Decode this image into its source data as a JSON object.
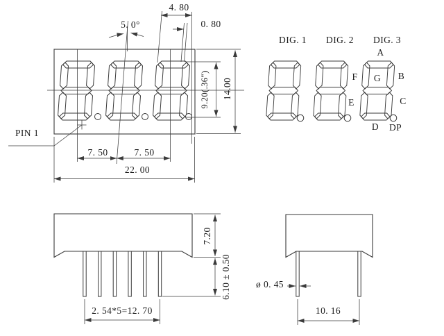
{
  "colors": {
    "line": "#3a3a3a",
    "text": "#1c1c1c",
    "bg": "#ffffff"
  },
  "front_view": {
    "angle": "5. 0°",
    "segment_length": "4. 80",
    "segment_width": "0. 80",
    "digit_height": "9.20(.36\")",
    "package_height": "14.00",
    "pitch_left": "7. 50",
    "pitch_right": "7. 50",
    "package_width": "22. 00",
    "pin1": "PIN 1"
  },
  "segment_diagram": {
    "digits": [
      "DIG. 1",
      "DIG. 2",
      "DIG. 3"
    ],
    "segments": {
      "a": "A",
      "b": "B",
      "c": "C",
      "d": "D",
      "e": "E",
      "f": "F",
      "g": "G",
      "dp": "DP"
    }
  },
  "side_view": {
    "body_height": "7.20",
    "pin_length": "6.10 ± 0.50",
    "pin_pitch": "2. 54*5=12. 70"
  },
  "end_view": {
    "pin_diameter": "ø 0. 45",
    "row_spacing": "10. 16"
  }
}
